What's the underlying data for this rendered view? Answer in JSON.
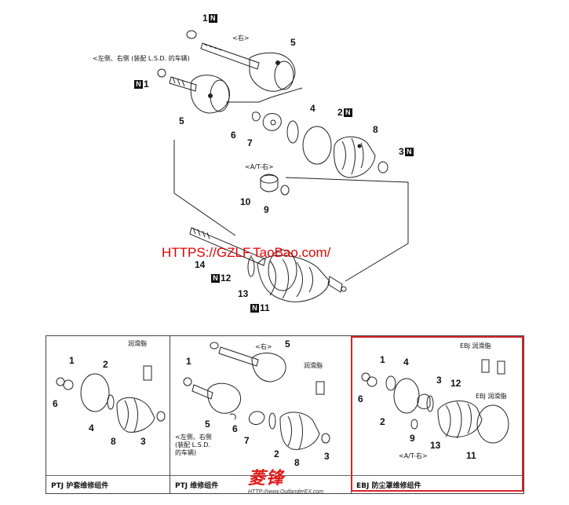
{
  "main": {
    "label_right": "<右>",
    "label_lr": "<左侧、右侧 (装配 L.S.D. 的车辆)",
    "label_at_right": "<A/T-右>",
    "n_mark": "N",
    "callouts": [
      "1",
      "2",
      "3",
      "4",
      "5",
      "6",
      "7",
      "8",
      "9",
      "10",
      "11",
      "12",
      "13",
      "14"
    ]
  },
  "watermark": "HTTPS://GZLF.TaoBao.com/",
  "panels": [
    {
      "title": "PTJ 护套维修组件",
      "grease": "润滑脂",
      "callouts": [
        "1",
        "2",
        "6",
        "4",
        "8",
        "3"
      ]
    },
    {
      "title": "PTJ 维修组件",
      "grease": "润滑脂",
      "right": "<右>",
      "lr_line1": "<左侧、右侧",
      "lr_line2": "(装配 L.S.D.",
      "lr_line3": "的车辆)",
      "callouts": [
        "1",
        "5",
        "5",
        "6",
        "7",
        "2",
        "8",
        "3"
      ]
    },
    {
      "title": "EBJ 防尘罩维修组件",
      "grease_top": "EBJ 润滑脂",
      "grease_mid": "EBJ 润滑脂",
      "at_right": "<A/T-右>",
      "callouts": [
        "1",
        "4",
        "6",
        "3",
        "12",
        "2",
        "9",
        "13",
        "11"
      ]
    }
  ],
  "logo": {
    "text": "菱锋",
    "url": "HTTP://www.OutlanderEX.com"
  },
  "colors": {
    "highlight": "#d7262c",
    "watermark": "#e60000",
    "logo": "#e11a1a"
  }
}
